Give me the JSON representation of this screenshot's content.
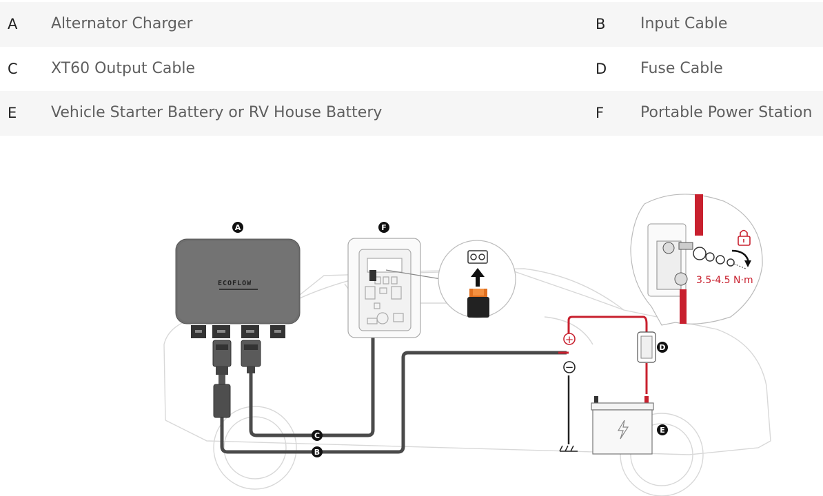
{
  "legend": {
    "rows": [
      {
        "left": {
          "letter": "A",
          "text": "Alternator Charger"
        },
        "right": {
          "letter": "B",
          "text": "Input Cable"
        }
      },
      {
        "left": {
          "letter": "C",
          "text": "XT60 Output Cable"
        },
        "right": {
          "letter": "D",
          "text": "Fuse Cable"
        }
      },
      {
        "left": {
          "letter": "E",
          "text": "Vehicle Starter Battery or RV House Battery"
        },
        "right": {
          "letter": "F",
          "text": "Portable Power Station"
        }
      }
    ]
  },
  "diagram": {
    "markers": {
      "a": "A",
      "b": "B",
      "c": "C",
      "d": "D",
      "e": "E",
      "f": "F"
    },
    "brand": "ECOFLOW",
    "torque": "3.5-4.5 N·m",
    "plus": "+",
    "minus": "−",
    "colors": {
      "positive": "#c8202e",
      "cable": "#4a4a4a",
      "connector": "#e07020"
    }
  }
}
